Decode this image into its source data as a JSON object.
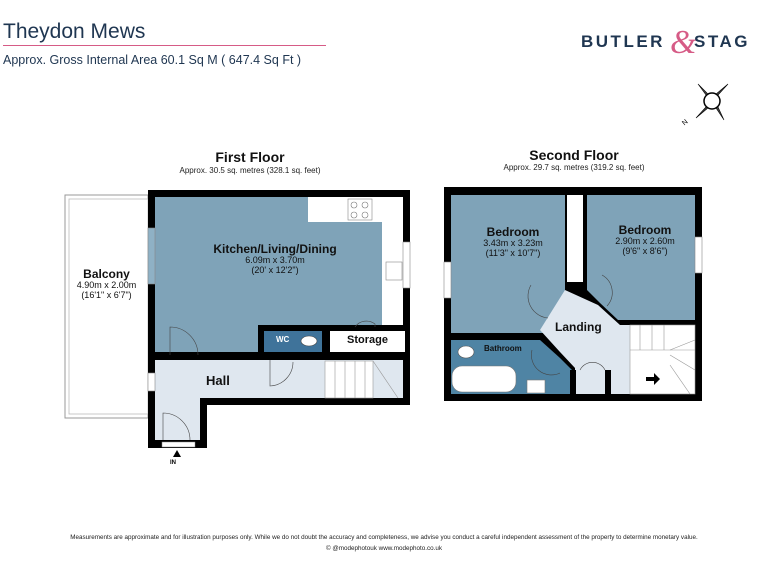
{
  "header": {
    "title": "Theydon Mews",
    "subtitle": "Approx. Gross Internal Area 60.1 Sq M ( 647.4 Sq Ft )",
    "logo": "BUTLER & STAG",
    "accent_color": "#d65b86",
    "text_color": "#1f3651"
  },
  "compass": {
    "icon": "north-compass-icon",
    "label": "N"
  },
  "first_floor": {
    "title": "First Floor",
    "area": "Approx. 30.5 sq. metres (328.1 sq. feet)",
    "rooms": {
      "kitchen": {
        "name": "Kitchen/Living/Dining",
        "metric": "6.09m x 3.70m",
        "imperial": "(20' x 12'2\")"
      },
      "balcony": {
        "name": "Balcony",
        "metric": "4.90m x 2.00m",
        "imperial": "(16'1\" x 6'7\")"
      },
      "wc": {
        "name": "WC"
      },
      "storage": {
        "name": "Storage"
      },
      "hall": {
        "name": "Hall"
      }
    },
    "entrance": "IN"
  },
  "second_floor": {
    "title": "Second Floor",
    "area": "Approx. 29.7 sq. metres (319.2 sq. feet)",
    "rooms": {
      "bedroom1": {
        "name": "Bedroom",
        "metric": "3.43m x 3.23m",
        "imperial": "(11'3\" x 10'7\")"
      },
      "bedroom2": {
        "name": "Bedroom",
        "metric": "2.90m x 2.60m",
        "imperial": "(9'6\" x 8'6\")"
      },
      "landing": {
        "name": "Landing"
      },
      "bathroom": {
        "name": "Bathroom"
      }
    }
  },
  "colors": {
    "room": "#7fa3b8",
    "circulation": "#dfe7ef",
    "wet_room": "#4f84a4",
    "wall": "#000000"
  },
  "footer": {
    "disclaimer": "Measurements are approximate and for illustration purposes only.  While we do not doubt the accuracy and completeness, we advise you conduct a careful independent assessment of the property to determine monetary value.",
    "credit": "© @modephotouk www.modephoto.co.uk"
  }
}
